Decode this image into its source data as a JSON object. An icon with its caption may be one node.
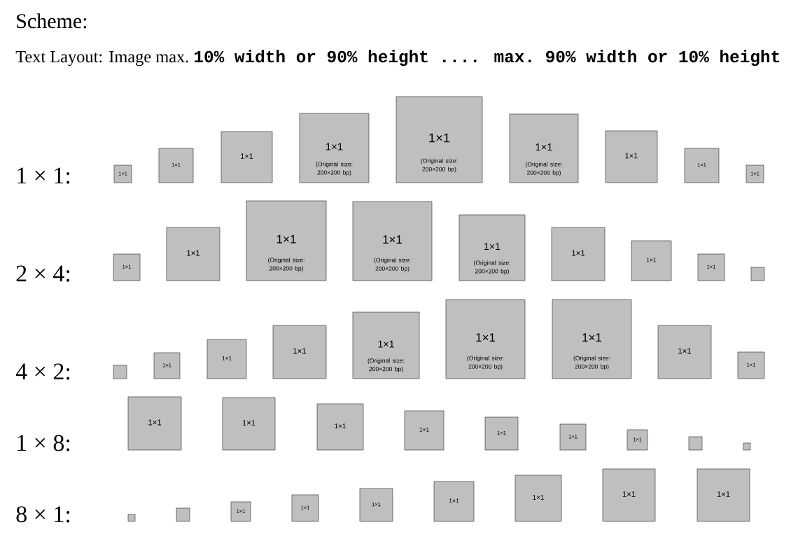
{
  "diagram": {
    "title": "Scheme:",
    "nodes": [
      {
        "text": [
          "1×1"
        ]
      },
      {
        "text": [
          "1×1"
        ]
      },
      {
        "text": [
          "1×1"
        ]
      },
      {
        "text": [
          "1×1",
          "(Original size: 200×200 bp)"
        ]
      },
      {
        "text": [
          "1×1",
          "(Original size: 200×200 bp)"
        ]
      },
      {
        "text": [
          "1×1",
          "(Original size: 200×200 bp)"
        ]
      },
      {
        "text": [
          "1×1"
        ]
      },
      {
        "text": [
          "1×1"
        ]
      },
      {
        "text": [
          "1×1"
        ]
      },
      {
        "text": [
          "1×1"
        ]
      },
      {
        "text": [
          "1×1"
        ]
      },
      {
        "text": [
          "1×1",
          "(Original size: 200×200 bp)"
        ]
      },
      {
        "text": [
          "1×1",
          "(Original size: 200×200 bp)"
        ]
      },
      {
        "text": [
          "1×1",
          "(Original size: 200×200 bp)"
        ]
      },
      {
        "text": [
          "1×1"
        ]
      },
      {
        "text": [
          "1×1"
        ]
      },
      {
        "text": [
          "1×1"
        ]
      },
      {
        "text": [],
        "shape": "box"
      },
      {
        "text": [],
        "shape": "box"
      },
      {
        "text": [
          "1×1"
        ]
      },
      {
        "text": [
          "1×1"
        ]
      },
      {
        "text": [
          "1×1"
        ]
      },
      {
        "text": [
          "1×1",
          "(Original size: 200×200 bp)"
        ]
      },
      {
        "text": [
          "1×1",
          "(Original size: 200×200 bp)"
        ]
      },
      {
        "text": [
          "1×1",
          "(Original size: 200×200 bp)"
        ]
      },
      {
        "text": [
          "1×1"
        ]
      },
      {
        "text": [
          "1×1"
        ]
      },
      {
        "text": [
          "1×1"
        ]
      },
      {
        "text": [
          "1×1"
        ]
      },
      {
        "text": [
          "1×1"
        ]
      },
      {
        "text": [
          "1×1"
        ]
      },
      {
        "text": [
          "1×1"
        ]
      },
      {
        "text": [
          "1×1"
        ]
      },
      {
        "text": [
          "1×1"
        ]
      },
      {
        "text": [],
        "shape": "box"
      },
      {
        "text": [],
        "shape": "box"
      },
      {
        "text": [],
        "shape": "box"
      },
      {
        "text": [],
        "shape": "box"
      },
      {
        "text": [
          "1×1"
        ]
      },
      {
        "text": [
          "1×1"
        ]
      },
      {
        "text": [
          "1×1"
        ]
      },
      {
        "text": [
          "1×1"
        ]
      },
      {
        "text": [
          "1×1"
        ]
      },
      {
        "text": [
          "1×1"
        ]
      },
      {
        "text": [
          "1×1"
        ]
      }
    ],
    "labels": [
      "Text Layout: Image max.",
      "10% width",
      "or",
      "90% height",
      ".... max.",
      "90% width",
      "or",
      "10% height",
      "1 × 1:",
      "2 × 4:",
      "4 × 2:",
      "1 × 8:",
      "8 × 1:"
    ]
  }
}
